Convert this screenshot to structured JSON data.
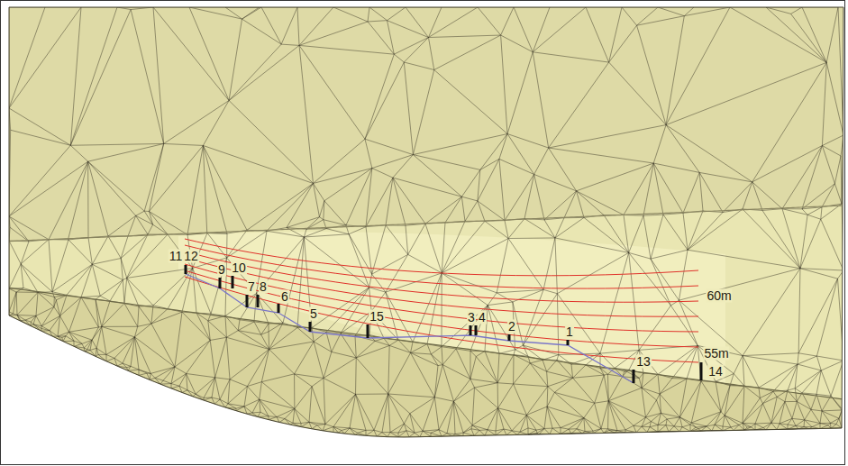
{
  "diagram": {
    "labels": [
      "11",
      "12",
      "9",
      "10",
      "7",
      "8",
      "6",
      "5",
      "15",
      "3",
      "4",
      "2",
      "1",
      "13",
      "14",
      "60m",
      "55m"
    ]
  }
}
